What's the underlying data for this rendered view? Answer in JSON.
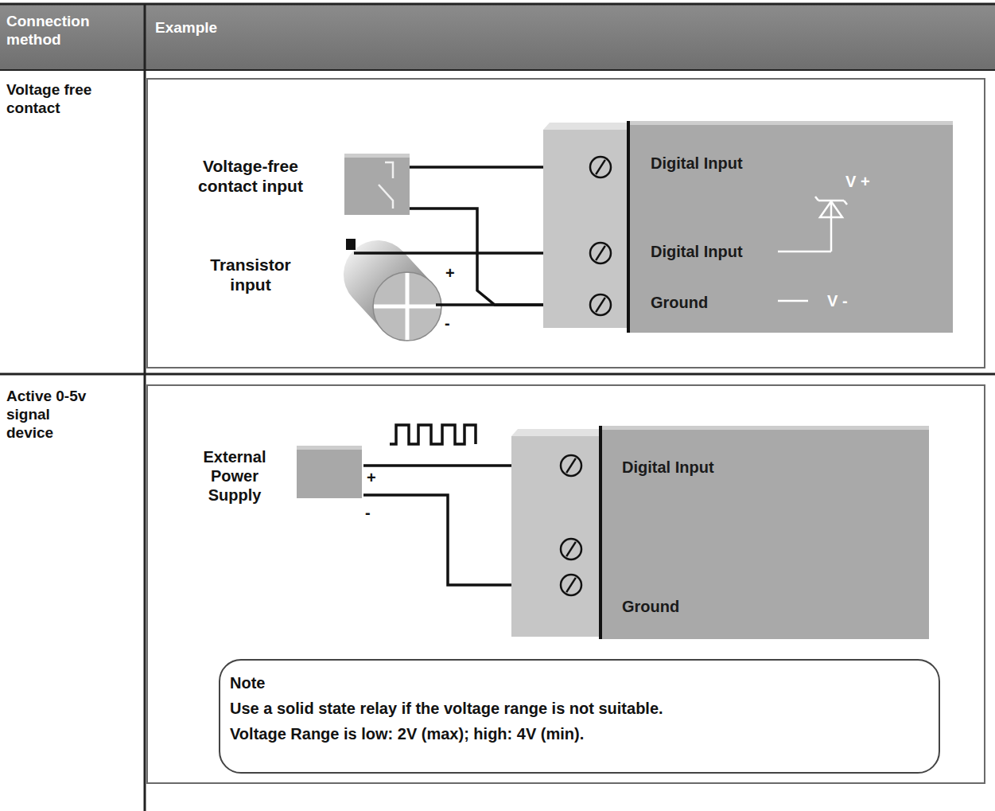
{
  "diagram": {
    "nodes": [
      {
        "text": [
          "Voltage-free contact input"
        ]
      },
      {
        "text": [
          "Transistor input"
        ]
      },
      {
        "text": [
          "Digital Input",
          "V +",
          "Digital Input",
          "Ground",
          "V -"
        ]
      },
      {
        "text": [
          "External Power Supply"
        ]
      },
      {
        "text": [
          "Digital Input",
          "Ground"
        ]
      },
      {
        "text": [
          "Note",
          "Use a solid state relay if the voltage range is not suitable.",
          "Voltage Range is low: 2V (max); high: 4V (min)."
        ]
      }
    ],
    "edges": [
      {
        "from": 0,
        "to": 2,
        "arrow": "none"
      },
      {
        "from": 0,
        "to": 2,
        "arrow": "none"
      },
      {
        "from": 1,
        "to": 2,
        "arrow": "none"
      },
      {
        "from": 1,
        "to": 2,
        "arrow": "none"
      },
      {
        "from": 3,
        "to": 4,
        "arrow": "none"
      },
      {
        "from": 3,
        "to": 4,
        "arrow": "none"
      }
    ],
    "labels": [
      "Connection method",
      "Example",
      "Voltage free contact",
      "+",
      "-",
      "Active 0-5v signal device",
      "+",
      "-"
    ]
  }
}
